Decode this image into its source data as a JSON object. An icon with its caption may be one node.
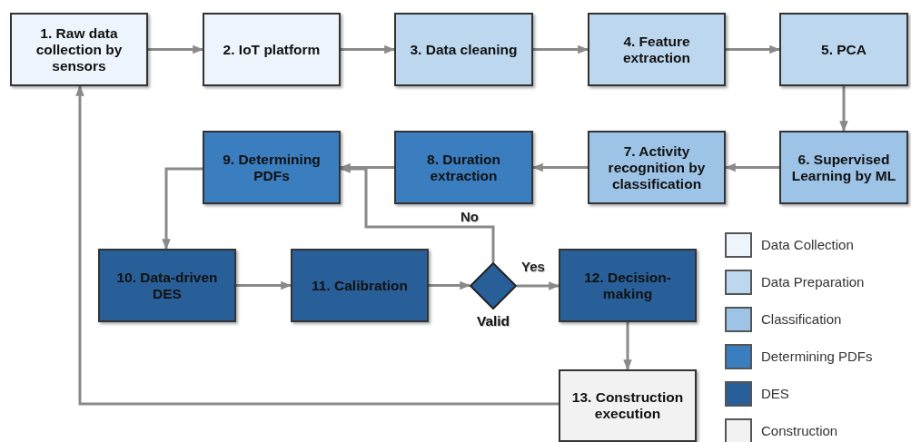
{
  "diagram": {
    "nodes": [
      {
        "text": [
          "1. Raw data collection by sensors"
        ]
      },
      {
        "text": [
          "2. IoT platform"
        ]
      },
      {
        "text": [
          "3. Data cleaning"
        ]
      },
      {
        "text": [
          "4. Feature extraction"
        ]
      },
      {
        "text": [
          "5. PCA"
        ]
      },
      {
        "text": [
          "6. Supervised Learning by ML"
        ]
      },
      {
        "text": [
          "7. Activity recognition by classification"
        ]
      },
      {
        "text": [
          "8. Duration extraction"
        ]
      },
      {
        "text": [
          "9. Determining PDFs"
        ]
      },
      {
        "text": [
          "10. Data-driven DES"
        ]
      },
      {
        "text": [
          "11. Calibration"
        ]
      },
      {
        "text": [
          "Valid"
        ]
      },
      {
        "text": [
          "12. Decision-making"
        ]
      },
      {
        "text": [
          "13. Construction execution"
        ]
      }
    ],
    "edges": [
      {
        "from": 0,
        "to": 1,
        "arrow": "to"
      },
      {
        "from": 1,
        "to": 2,
        "arrow": "to"
      },
      {
        "from": 2,
        "to": 3,
        "arrow": "to"
      },
      {
        "from": 3,
        "to": 4,
        "arrow": "to"
      },
      {
        "from": 4,
        "to": 5,
        "arrow": "to"
      },
      {
        "from": 5,
        "to": 6,
        "arrow": "to"
      },
      {
        "from": 6,
        "to": 7,
        "arrow": "to"
      },
      {
        "from": 7,
        "to": 8,
        "arrow": "to"
      },
      {
        "from": 8,
        "to": 9,
        "arrow": "to"
      },
      {
        "from": 9,
        "to": 10,
        "arrow": "to"
      },
      {
        "from": 10,
        "to": 11,
        "arrow": "to"
      },
      {
        "from": 11,
        "to": 12,
        "arrow": "to",
        "label": "Yes"
      },
      {
        "from": 11,
        "to": 8,
        "arrow": "to",
        "label": "No"
      },
      {
        "from": 12,
        "to": 13,
        "arrow": "to"
      },
      {
        "from": 13,
        "to": 0,
        "arrow": "to"
      }
    ],
    "legend": [
      {
        "text": "Data Collection",
        "color": "#eef4fb"
      },
      {
        "text": "Data Preparation",
        "color": "#bdd7ef"
      },
      {
        "text": "Classification",
        "color": "#9dc3e6"
      },
      {
        "text": "Determining PDFs",
        "color": "#3a7ec0"
      },
      {
        "text": "DES",
        "color": "#285f98"
      },
      {
        "text": "Construction",
        "color": "#f2f2f2"
      }
    ]
  }
}
